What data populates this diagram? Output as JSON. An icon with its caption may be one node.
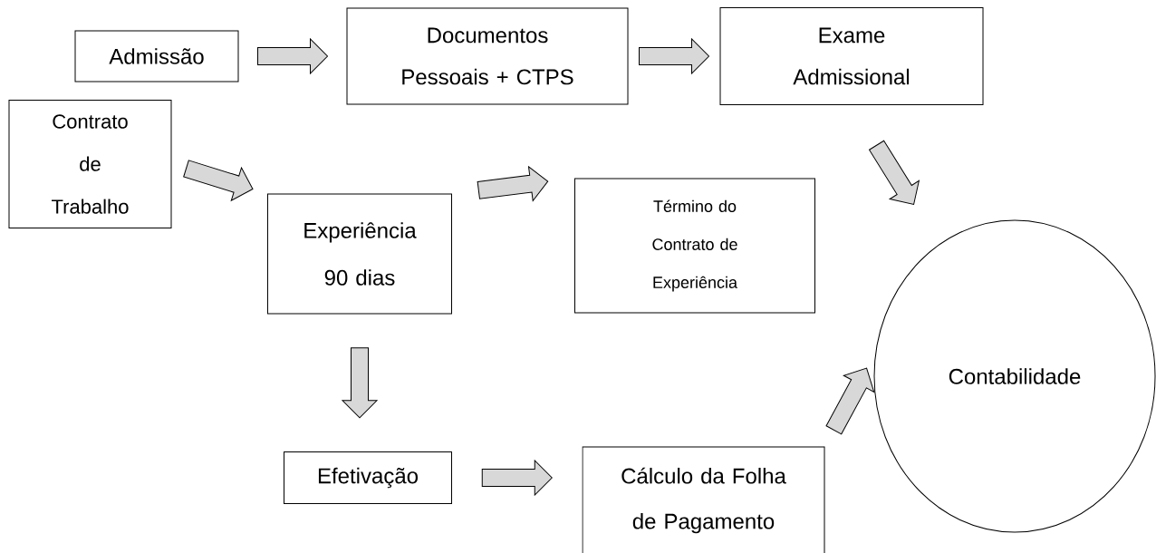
{
  "diagram": {
    "nodes": [
      {
        "text": [
          "Admissão"
        ]
      },
      {
        "text": [
          "Documentos Pessoais + CTPS"
        ]
      },
      {
        "text": [
          "Exame Admissional"
        ]
      },
      {
        "text": [
          "Contrato de Trabalho"
        ]
      },
      {
        "text": [
          "Experiência 90 dias"
        ]
      },
      {
        "text": [
          "Término do Contrato de Experiência"
        ]
      },
      {
        "text": [
          "Contabilidade"
        ]
      },
      {
        "text": [
          "Efetivação"
        ]
      },
      {
        "text": [
          "Cálculo da Folha de Pagamento"
        ]
      }
    ],
    "edges": [
      {
        "from": 0,
        "to": 1,
        "arrow": "to"
      },
      {
        "from": 1,
        "to": 2,
        "arrow": "to"
      },
      {
        "from": 2,
        "to": 6,
        "arrow": "to"
      },
      {
        "from": 3,
        "to": 4,
        "arrow": "to"
      },
      {
        "from": 4,
        "to": 5,
        "arrow": "to"
      },
      {
        "from": 4,
        "to": 7,
        "arrow": "to"
      },
      {
        "from": 7,
        "to": 8,
        "arrow": "to"
      },
      {
        "from": 8,
        "to": 6,
        "arrow": "to"
      }
    ]
  }
}
